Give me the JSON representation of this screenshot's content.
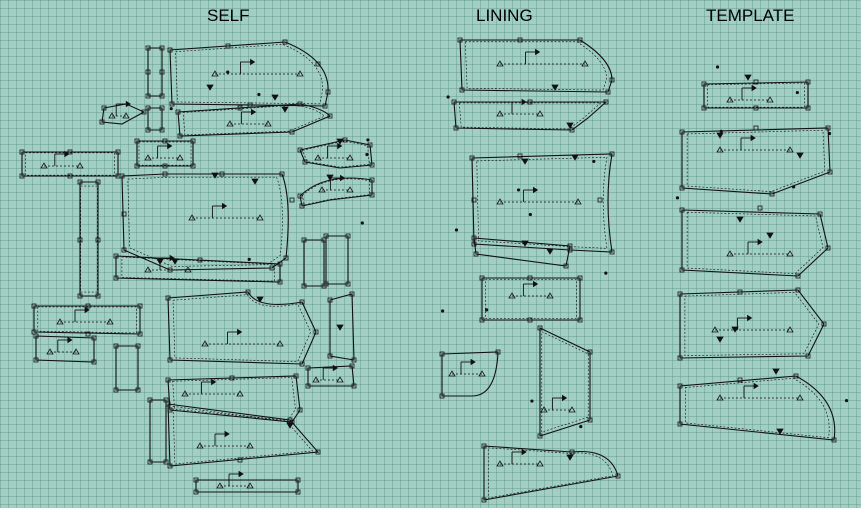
{
  "groups": {
    "self": "SELF",
    "lining": "LINING",
    "template": "TEMPLATE"
  },
  "colors": {
    "background": "#a3cfc2",
    "grid": "#6fa79b",
    "outline": "#111111"
  }
}
